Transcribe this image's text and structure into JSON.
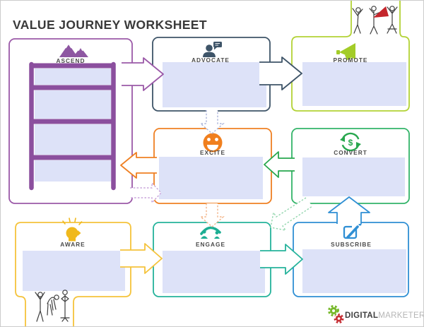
{
  "title": "VALUE JOURNEY WORKSHEET",
  "stages": {
    "ascend": {
      "label": "ASCEND",
      "color": "#9b59a8",
      "icon": "mountains-icon"
    },
    "advocate": {
      "label": "ADVOCATE",
      "color": "#3e5468",
      "icon": "person-speech-icon"
    },
    "promote": {
      "label": "PROMOTE",
      "color": "#b2d235",
      "icon": "megaphone-icon"
    },
    "excite": {
      "label": "EXCITE",
      "color": "#ef8023",
      "icon": "smiley-icon"
    },
    "convert": {
      "label": "CONVERT",
      "color": "#28a74e",
      "icon": "dollar-refresh-icon"
    },
    "aware": {
      "label": "AWARE",
      "color": "#f5c33b",
      "icon": "idea-head-icon"
    },
    "engage": {
      "label": "ENGAGE",
      "color": "#1cae93",
      "icon": "people-arc-icon"
    },
    "subscribe": {
      "label": "SUBSCRIBE",
      "color": "#2f8fd4",
      "icon": "edit-square-icon"
    }
  },
  "write_field_color": "#dde2f8",
  "arrows": [
    {
      "from": "aware",
      "to": "engage",
      "style": "solid",
      "color": "#f5c33b"
    },
    {
      "from": "engage",
      "to": "subscribe",
      "style": "solid",
      "color": "#1cae93"
    },
    {
      "from": "subscribe",
      "to": "convert",
      "style": "solid",
      "color": "#2f8fd4"
    },
    {
      "from": "convert",
      "to": "excite",
      "style": "solid",
      "color": "#28a74e"
    },
    {
      "from": "excite",
      "to": "ascend",
      "style": "solid",
      "color": "#ef8023"
    },
    {
      "from": "ascend",
      "to": "advocate",
      "style": "solid",
      "color": "#9b59a8"
    },
    {
      "from": "advocate",
      "to": "promote",
      "style": "solid",
      "color": "#3e5468"
    },
    {
      "from": "advocate",
      "to": "excite",
      "style": "dashed",
      "color": "#aab4da"
    },
    {
      "from": "ascend",
      "to": "excite",
      "style": "dashed",
      "color": "#c9a3da"
    },
    {
      "from": "excite",
      "to": "engage",
      "style": "dashed",
      "color": "#f3b488"
    },
    {
      "from": "convert",
      "to": "engage",
      "style": "dashed",
      "color": "#93d6ae"
    }
  ],
  "logo": {
    "brand_bold": "DIGITAL",
    "brand_light": "MARKETER"
  }
}
